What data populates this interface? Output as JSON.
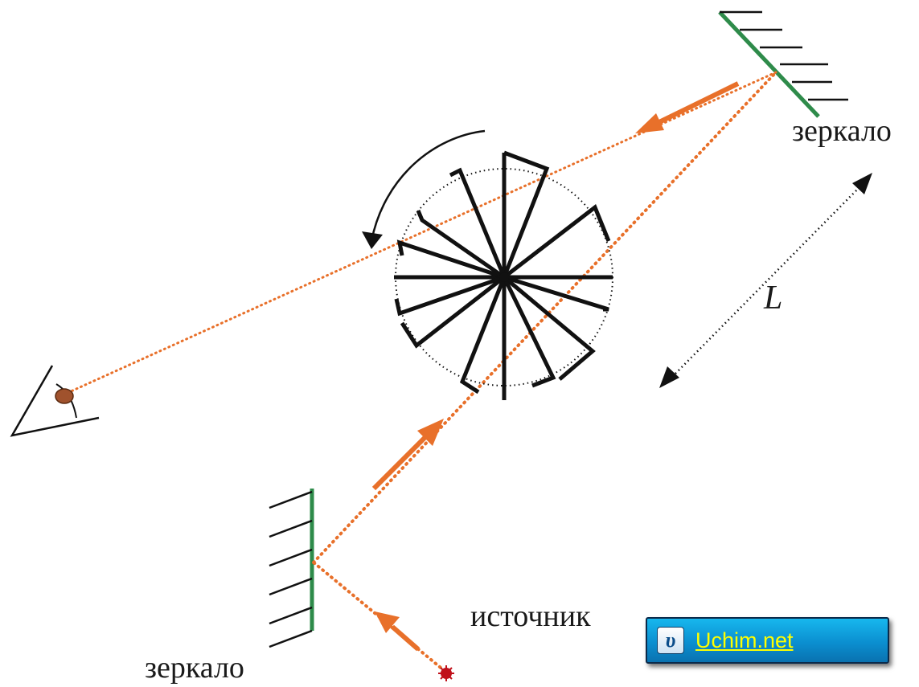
{
  "labels": {
    "mirror_top": "зеркало",
    "mirror_bottom": "зеркало",
    "source": "источник",
    "distance": "L"
  },
  "badge": {
    "logo_glyph": "υ",
    "link_text": "Uchim.net"
  },
  "colors": {
    "beam": "#e8702a",
    "mirror": "#2e8b4a",
    "wheel": "#111111",
    "eye": "#a0522d",
    "source": "#c0101a",
    "badge_bg": "#0b8fd0",
    "badge_text": "#ffff00"
  },
  "icons": {
    "eye": "eye-icon",
    "source": "light-source-icon",
    "rotation": "rotation-arrow-icon",
    "logo": "uchim-logo-icon"
  }
}
